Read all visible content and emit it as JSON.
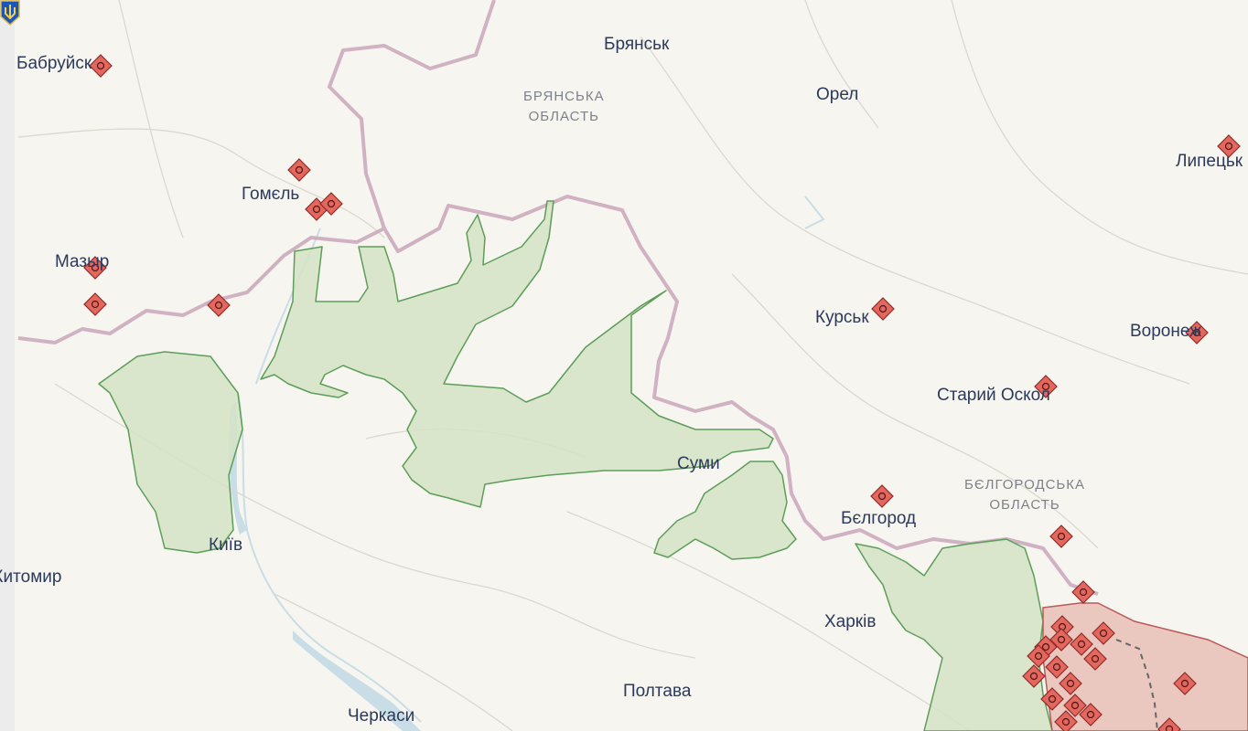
{
  "map": {
    "cities": [
      {
        "id": "babruisk",
        "label": "Бабруйск"
      },
      {
        "id": "gomel",
        "label": "Гомєль"
      },
      {
        "id": "mazyr",
        "label": "Мазыр"
      },
      {
        "id": "bryansk",
        "label": "Брянськ"
      },
      {
        "id": "orel",
        "label": "Орел"
      },
      {
        "id": "lipetsk",
        "label": "Липецьк"
      },
      {
        "id": "kursk",
        "label": "Курськ"
      },
      {
        "id": "voronezh",
        "label": "Воронеж"
      },
      {
        "id": "stary-oskol",
        "label": "Старий Оскол"
      },
      {
        "id": "sumy",
        "label": "Суми"
      },
      {
        "id": "belgorod",
        "label": "Бєлгород"
      },
      {
        "id": "kharkiv",
        "label": "Харків"
      },
      {
        "id": "kyiv",
        "label": "Київ"
      },
      {
        "id": "zhytomyr",
        "label": "Житомир"
      },
      {
        "id": "poltava",
        "label": "Полтава"
      },
      {
        "id": "cherkasy",
        "label": "Черкаси"
      }
    ],
    "regions": [
      {
        "id": "bryansk-oblast",
        "line1": "БРЯНСЬКА",
        "line2": "ОБЛАСТЬ"
      },
      {
        "id": "belgorod-oblast",
        "line1": "БЄЛГОРОДСЬКА",
        "line2": "ОБЛАСТЬ"
      }
    ],
    "icons": {
      "strike_marker": "explosion-diamond-icon",
      "capital_marker": "trident-icon"
    },
    "colors": {
      "background": "#f7f5ef",
      "liberated_fill": "#d5e3c4",
      "liberated_stroke": "#5c9e59",
      "occupied_fill": "#e8c3ba",
      "occupied_stroke": "#b85a5a",
      "border": "#c9a6bb",
      "water": "#c9dde6",
      "marker": "#e4675e"
    }
  }
}
